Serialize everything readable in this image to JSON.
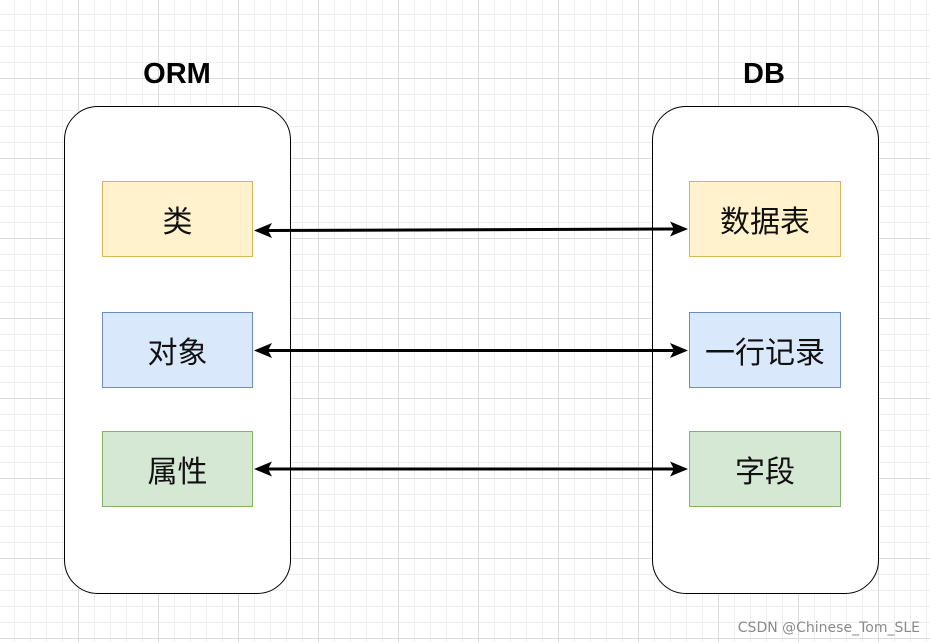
{
  "diagram": {
    "left": {
      "title": "ORM",
      "items": [
        {
          "label": "类",
          "color": "#fff2cc",
          "border": "#d6b656"
        },
        {
          "label": "对象",
          "color": "#dae8fc",
          "border": "#6c8ebf"
        },
        {
          "label": "属性",
          "color": "#d5e8d4",
          "border": "#82b366"
        }
      ]
    },
    "right": {
      "title": "DB",
      "items": [
        {
          "label": "数据表",
          "color": "#fff2cc",
          "border": "#d6b656"
        },
        {
          "label": "一行记录",
          "color": "#dae8fc",
          "border": "#6c8ebf"
        },
        {
          "label": "字段",
          "color": "#d5e8d4",
          "border": "#82b366"
        }
      ]
    },
    "connections": [
      {
        "from": "类",
        "to": "数据表",
        "direction": "both"
      },
      {
        "from": "对象",
        "to": "一行记录",
        "direction": "both"
      },
      {
        "from": "属性",
        "to": "字段",
        "direction": "both"
      }
    ]
  },
  "watermark": "CSDN @Chinese_Tom_SLE"
}
